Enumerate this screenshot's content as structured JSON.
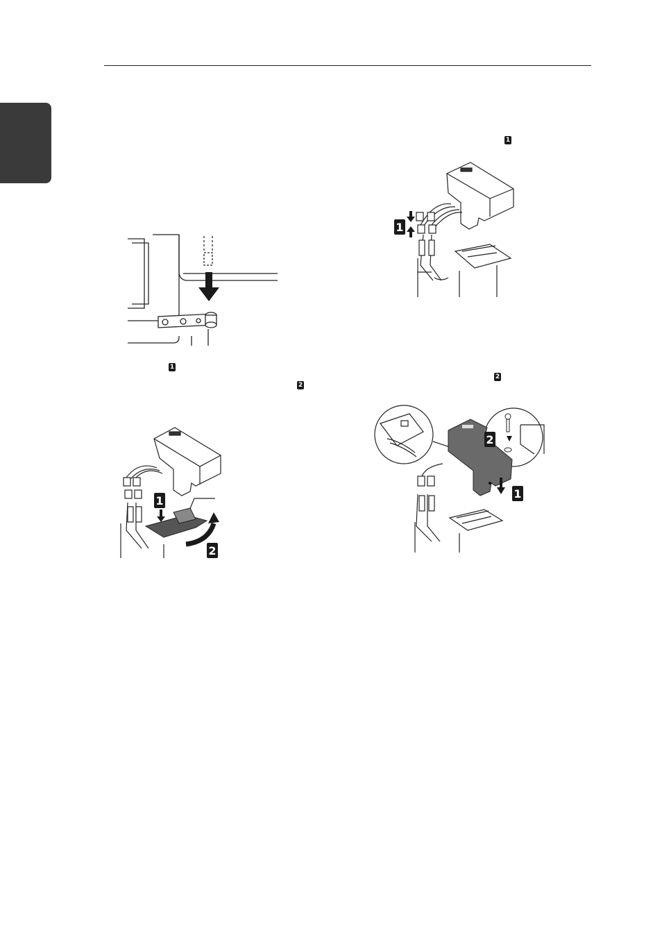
{
  "markers": {
    "top_right": "1",
    "left_first": "1",
    "left_second": "2",
    "right_second": "2"
  },
  "figures": {
    "hinge_removal": {
      "badges": []
    },
    "wire_disconnect": {
      "badges": [
        "1"
      ]
    },
    "hinge_lift": {
      "badges": [
        "1",
        "2"
      ]
    },
    "cover_install": {
      "badges": [
        "2",
        "1"
      ]
    }
  }
}
